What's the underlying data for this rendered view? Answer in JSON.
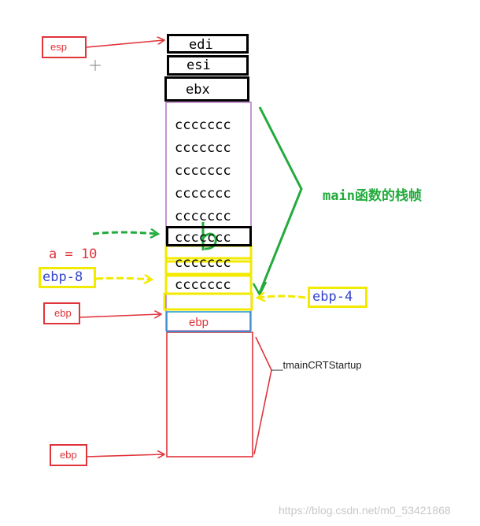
{
  "colors": {
    "red": "#e0343b",
    "green": "#22aa3c",
    "yellow": "#f2ea00",
    "purple": "#a050b0",
    "blue_text": "#3344cc",
    "cyan": "#2a9bd6",
    "black": "#000000"
  },
  "stack": {
    "registers": [
      "edi",
      "esi",
      "ebx"
    ],
    "fill_rows": [
      "ccccccc",
      "ccccccc",
      "ccccccc",
      "ccccccc",
      "ccccccc",
      "ccccccc",
      "ccccccc",
      "ccccccc"
    ],
    "ebp_cell": "ebp"
  },
  "labels": {
    "esp": "esp",
    "ebp_top": "ebp",
    "ebp_bottom": "ebp",
    "a_value": "a = 10",
    "ebp_minus_8": "ebp-8",
    "ebp_minus_4": "ebp-4",
    "main_frame": "main函数的栈帧",
    "startup_frame": "__tmainCRTStartup",
    "handwritten_b": "b"
  },
  "watermark": "https://blog.csdn.net/m0_53421868"
}
